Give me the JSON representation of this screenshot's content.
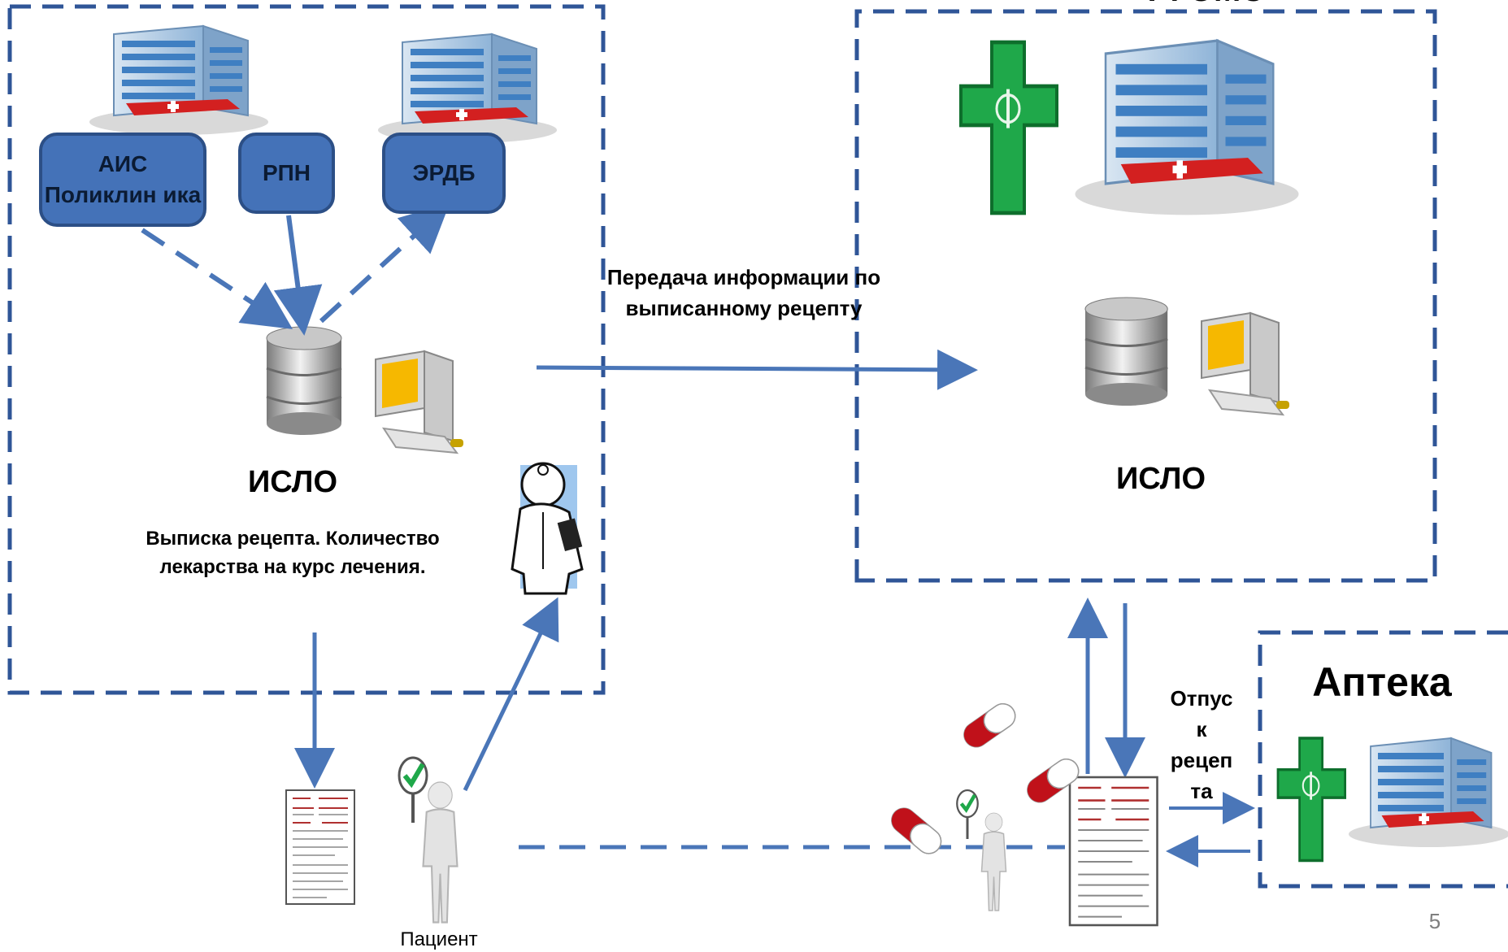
{
  "left_zone": {
    "systems": [
      {
        "id": "ais",
        "label": "АИС Поликлин ика"
      },
      {
        "id": "rpn",
        "label": "РПН"
      },
      {
        "id": "erdb",
        "label": "ЭРДБ"
      }
    ],
    "db_label": "ИСЛО",
    "description": "Выписка рецепта. Количество лекарства  на курс лечения."
  },
  "right_zone": {
    "title_partial": "ТФОМС",
    "db_label": "ИСЛО"
  },
  "transfer_label": "Передача информации по выписанному рецепту",
  "patient_label": "Пациент",
  "dispense_label": "Отпус к рецеп та",
  "pharmacy_label": "Аптека",
  "page_number": "5",
  "colors": {
    "border": "#2f5597",
    "arrow": "#4a76b8",
    "box_fill": "#4472b8",
    "cross": "#1fa84a",
    "pill_red": "#c0111a"
  },
  "icons": [
    "hospital-building-icon",
    "database-cylinder-icon",
    "computer-workstation-icon",
    "doctor-icon",
    "patient-figure-icon",
    "green-cross-icon",
    "prescription-document-icon",
    "capsule-pill-icon",
    "check-sign-icon"
  ]
}
